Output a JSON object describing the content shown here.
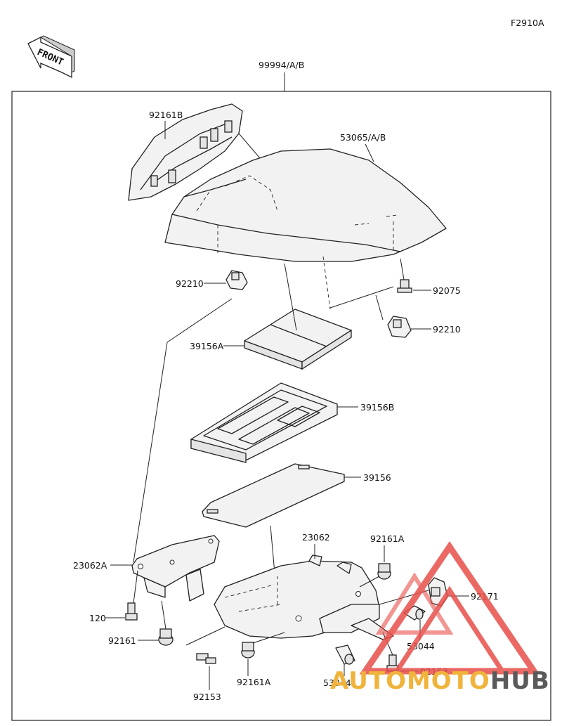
{
  "figure_code": "F2910A",
  "front_label": "FRONT",
  "assembly_label": "99994/A/B",
  "parts": {
    "p92161b": "92161B",
    "p53065": "53065/A/B",
    "p92210_left": "92210",
    "p92075": "92075",
    "p92210_right": "92210",
    "p39156a": "39156A",
    "p39156b": "39156B",
    "p39156": "39156",
    "p23062a": "23062A",
    "p23062": "23062",
    "p92161a_top": "92161A",
    "p92171": "92171",
    "p120": "120",
    "p92161": "92161",
    "p53044_right": "53044",
    "p92153_right": "92153",
    "p92161a_bottom": "92161A",
    "p53044_bottom": "53044",
    "p92153_bottom": "92153"
  },
  "watermark": {
    "part1": "AUTOMOTO",
    "part2": "HUB",
    "color_accent": "#e8504a",
    "color_gold": "#f0b43c",
    "color_dark": "#5a5a5a"
  }
}
